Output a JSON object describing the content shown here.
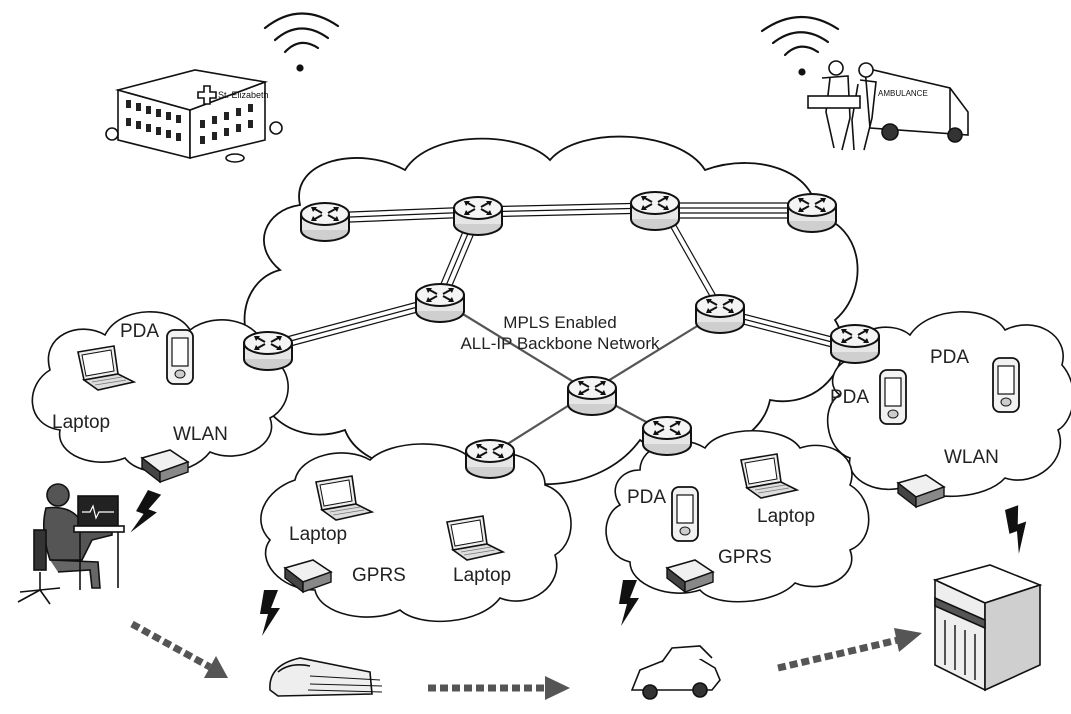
{
  "backbone": {
    "title_line1": "MPLS Enabled",
    "title_line2": "ALL-IP Backbone Network"
  },
  "hospital": {
    "sign": "St. Elizabeth"
  },
  "ambulance": {
    "sign": "AMBULANCE"
  },
  "wlan_left": {
    "pda": "PDA",
    "laptop": "Laptop",
    "network": "WLAN"
  },
  "gprs_left": {
    "laptop1": "Laptop",
    "network": "GPRS",
    "laptop2": "Laptop"
  },
  "gprs_right": {
    "pda": "PDA",
    "laptop": "Laptop",
    "network": "GPRS"
  },
  "wlan_right": {
    "pda1": "PDA",
    "pda2": "PDA",
    "network": "WLAN"
  },
  "colors": {
    "line": "#111111",
    "cloud_fill": "#ffffff",
    "router_fill": "#e8e8e8",
    "arrow": "#555555"
  }
}
